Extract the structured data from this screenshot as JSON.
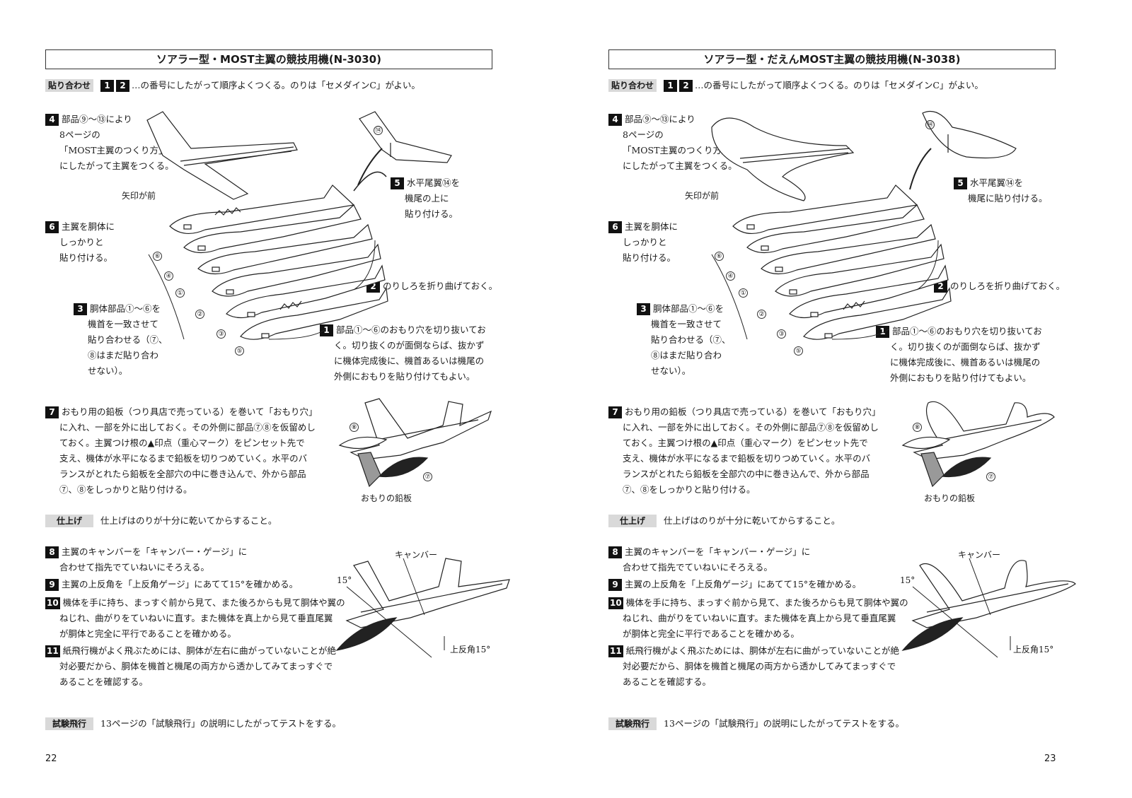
{
  "pages": [
    {
      "title": "ソアラー型・MOST主翼の競技用機(N-3030)",
      "assembly": {
        "label": "貼り合わせ",
        "nums": [
          "1",
          "2"
        ],
        "text": "…の番号にしたがって順序よくつくる。のりは「セメダインC」がよい。"
      },
      "step4": {
        "num": "4",
        "lines": [
          "部品⑨〜⑬により",
          "8ページの",
          "「MOST主翼のつくり方」",
          "にしたがって主翼をつくる。"
        ]
      },
      "step5": {
        "num": "5",
        "lines": [
          "水平尾翼⑭を",
          "機尾の上に",
          "貼り付ける。"
        ]
      },
      "step6": {
        "num": "6",
        "lines": [
          "主翼を胴体に",
          "しっかりと",
          "貼り付ける。"
        ]
      },
      "step2": {
        "num": "2",
        "text": "のりしろを折り曲げておく。"
      },
      "step3": {
        "num": "3",
        "lines": [
          "胴体部品①〜⑥を",
          "機首を一致させて",
          "貼り合わせる（⑦、",
          "⑧はまだ貼り合わ",
          "せない）。"
        ]
      },
      "step1": {
        "num": "1",
        "lines": [
          "部品①〜⑥のおもり穴を切り抜いてお",
          "く。切り抜くのが面倒ならば、抜かず",
          "に機体完成後に、機首あるいは機尾の",
          "外側におもりを貼り付けてもよい。"
        ]
      },
      "arrow_label": "矢印が前",
      "step7": {
        "num": "7",
        "lines": [
          "おもり用の鉛板（つり具店で売っている）を巻いて「おもり穴」",
          "に入れ、一部を外に出しておく。その外側に部品⑦⑧を仮留めし",
          "ておく。主翼つけ根の▲印点（重心マーク）をピンセット先で",
          "支え、機体が水平になるまで鉛板を切りつめていく。水平のバ",
          "ランスがとれたら鉛板を全部穴の中に巻き込んで、外から部品",
          "⑦、⑧をしっかりと貼り付ける。"
        ]
      },
      "weight_label": "おもりの鉛板",
      "finish": {
        "label": "仕上げ",
        "text": "仕上げはのりが十分に乾いてからすること。"
      },
      "step8": {
        "num": "8",
        "lines": [
          "主翼のキャンバーを「キャンバー・ゲージ」に",
          "合わせて指先でていねいにそろえる。"
        ]
      },
      "step9": {
        "num": "9",
        "lines": [
          "主翼の上反角を「上反角ゲージ」にあてて15°を確かめる。"
        ]
      },
      "step10": {
        "num": "10",
        "lines": [
          "機体を手に持ち、まっすぐ前から見て、また後ろからも見て胴体や翼の",
          "ねじれ、曲がりをていねいに直す。また機体を真上から見て垂直尾翼",
          "が胴体と完全に平行であることを確かめる。"
        ]
      },
      "step11": {
        "num": "11",
        "lines": [
          "紙飛行機がよく飛ぶためには、胴体が左右に曲がっていないことが絶",
          "対必要だから、胴体を機首と機尾の両方から透かしてみてまっすぐで",
          "あることを確認する。"
        ]
      },
      "camber_label": "キャンバー",
      "angle_label": "15°",
      "dihedral_label": "上反角15°",
      "test": {
        "label": "試験飛行",
        "text": "13ページの「試験飛行」の説明にしたがってテストをする。"
      },
      "page_number": "22",
      "parts": {
        "p14": "⑭",
        "p6": "⑥",
        "p4": "④",
        "p1": "①",
        "p2": "②",
        "p3": "③",
        "p5": "⑤",
        "p8": "⑧",
        "p7": "⑦"
      }
    },
    {
      "title": "ソアラー型・だえんMOST主翼の競技用機(N-3038)",
      "assembly": {
        "label": "貼り合わせ",
        "nums": [
          "1",
          "2"
        ],
        "text": "…の番号にしたがって順序よくつくる。のりは「セメダインC」がよい。"
      },
      "step4": {
        "num": "4",
        "lines": [
          "部品⑨〜⑬により",
          "8ページの",
          "「MOST主翼のつくり方」",
          "にしたがって主翼をつくる。"
        ]
      },
      "step5": {
        "num": "5",
        "lines": [
          "水平尾翼⑭を",
          "機尾に貼り付ける。"
        ]
      },
      "step6": {
        "num": "6",
        "lines": [
          "主翼を胴体に",
          "しっかりと",
          "貼り付ける。"
        ]
      },
      "step2": {
        "num": "2",
        "text": "のりしろを折り曲げておく。"
      },
      "step3": {
        "num": "3",
        "lines": [
          "胴体部品①〜⑥を",
          "機首を一致させて",
          "貼り合わせる（⑦、",
          "⑧はまだ貼り合わ",
          "せない）。"
        ]
      },
      "step1": {
        "num": "1",
        "lines": [
          "部品①〜⑥のおもり穴を切り抜いてお",
          "く。切り抜くのが面倒ならば、抜かず",
          "に機体完成後に、機首あるいは機尾の",
          "外側におもりを貼り付けてもよい。"
        ]
      },
      "arrow_label": "矢印が前",
      "step7": {
        "num": "7",
        "lines": [
          "おもり用の鉛板（つり具店で売っている）を巻いて「おもり穴」",
          "に入れ、一部を外に出しておく。その外側に部品⑦⑧を仮留めし",
          "ておく。主翼つけ根の▲印点（重心マーク）をピンセット先で",
          "支え、機体が水平になるまで鉛板を切りつめていく。水平のバ",
          "ランスがとれたら鉛板を全部穴の中に巻き込んで、外から部品",
          "⑦、⑧をしっかりと貼り付ける。"
        ]
      },
      "weight_label": "おもりの鉛板",
      "finish": {
        "label": "仕上げ",
        "text": "仕上げはのりが十分に乾いてからすること。"
      },
      "step8": {
        "num": "8",
        "lines": [
          "主翼のキャンバーを「キャンバー・ゲージ」に",
          "合わせて指先でていねいにそろえる。"
        ]
      },
      "step9": {
        "num": "9",
        "lines": [
          "主翼の上反角を「上反角ゲージ」にあてて15°を確かめる。"
        ]
      },
      "step10": {
        "num": "10",
        "lines": [
          "機体を手に持ち、まっすぐ前から見て、また後ろからも見て胴体や翼の",
          "ねじれ、曲がりをていねいに直す。また機体を真上から見て垂直尾翼",
          "が胴体と完全に平行であることを確かめる。"
        ]
      },
      "step11": {
        "num": "11",
        "lines": [
          "紙飛行機がよく飛ぶためには、胴体が左右に曲がっていないことが絶",
          "対必要だから、胴体を機首と機尾の両方から透かしてみてまっすぐで",
          "あることを確認する。"
        ]
      },
      "camber_label": "キャンバー",
      "angle_label": "15°",
      "dihedral_label": "上反角15°",
      "test": {
        "label": "試験飛行",
        "text": "13ページの「試験飛行」の説明にしたがってテストをする。"
      },
      "page_number": "23",
      "parts": {
        "p14": "⑭",
        "p6": "⑥",
        "p4": "④",
        "p1": "①",
        "p2": "②",
        "p3": "③",
        "p5": "⑤",
        "p8": "⑧",
        "p7": "⑦"
      }
    }
  ],
  "colors": {
    "ink": "#1a1a1a",
    "label_bg": "#d9d9d9",
    "num_bg": "#111111"
  }
}
